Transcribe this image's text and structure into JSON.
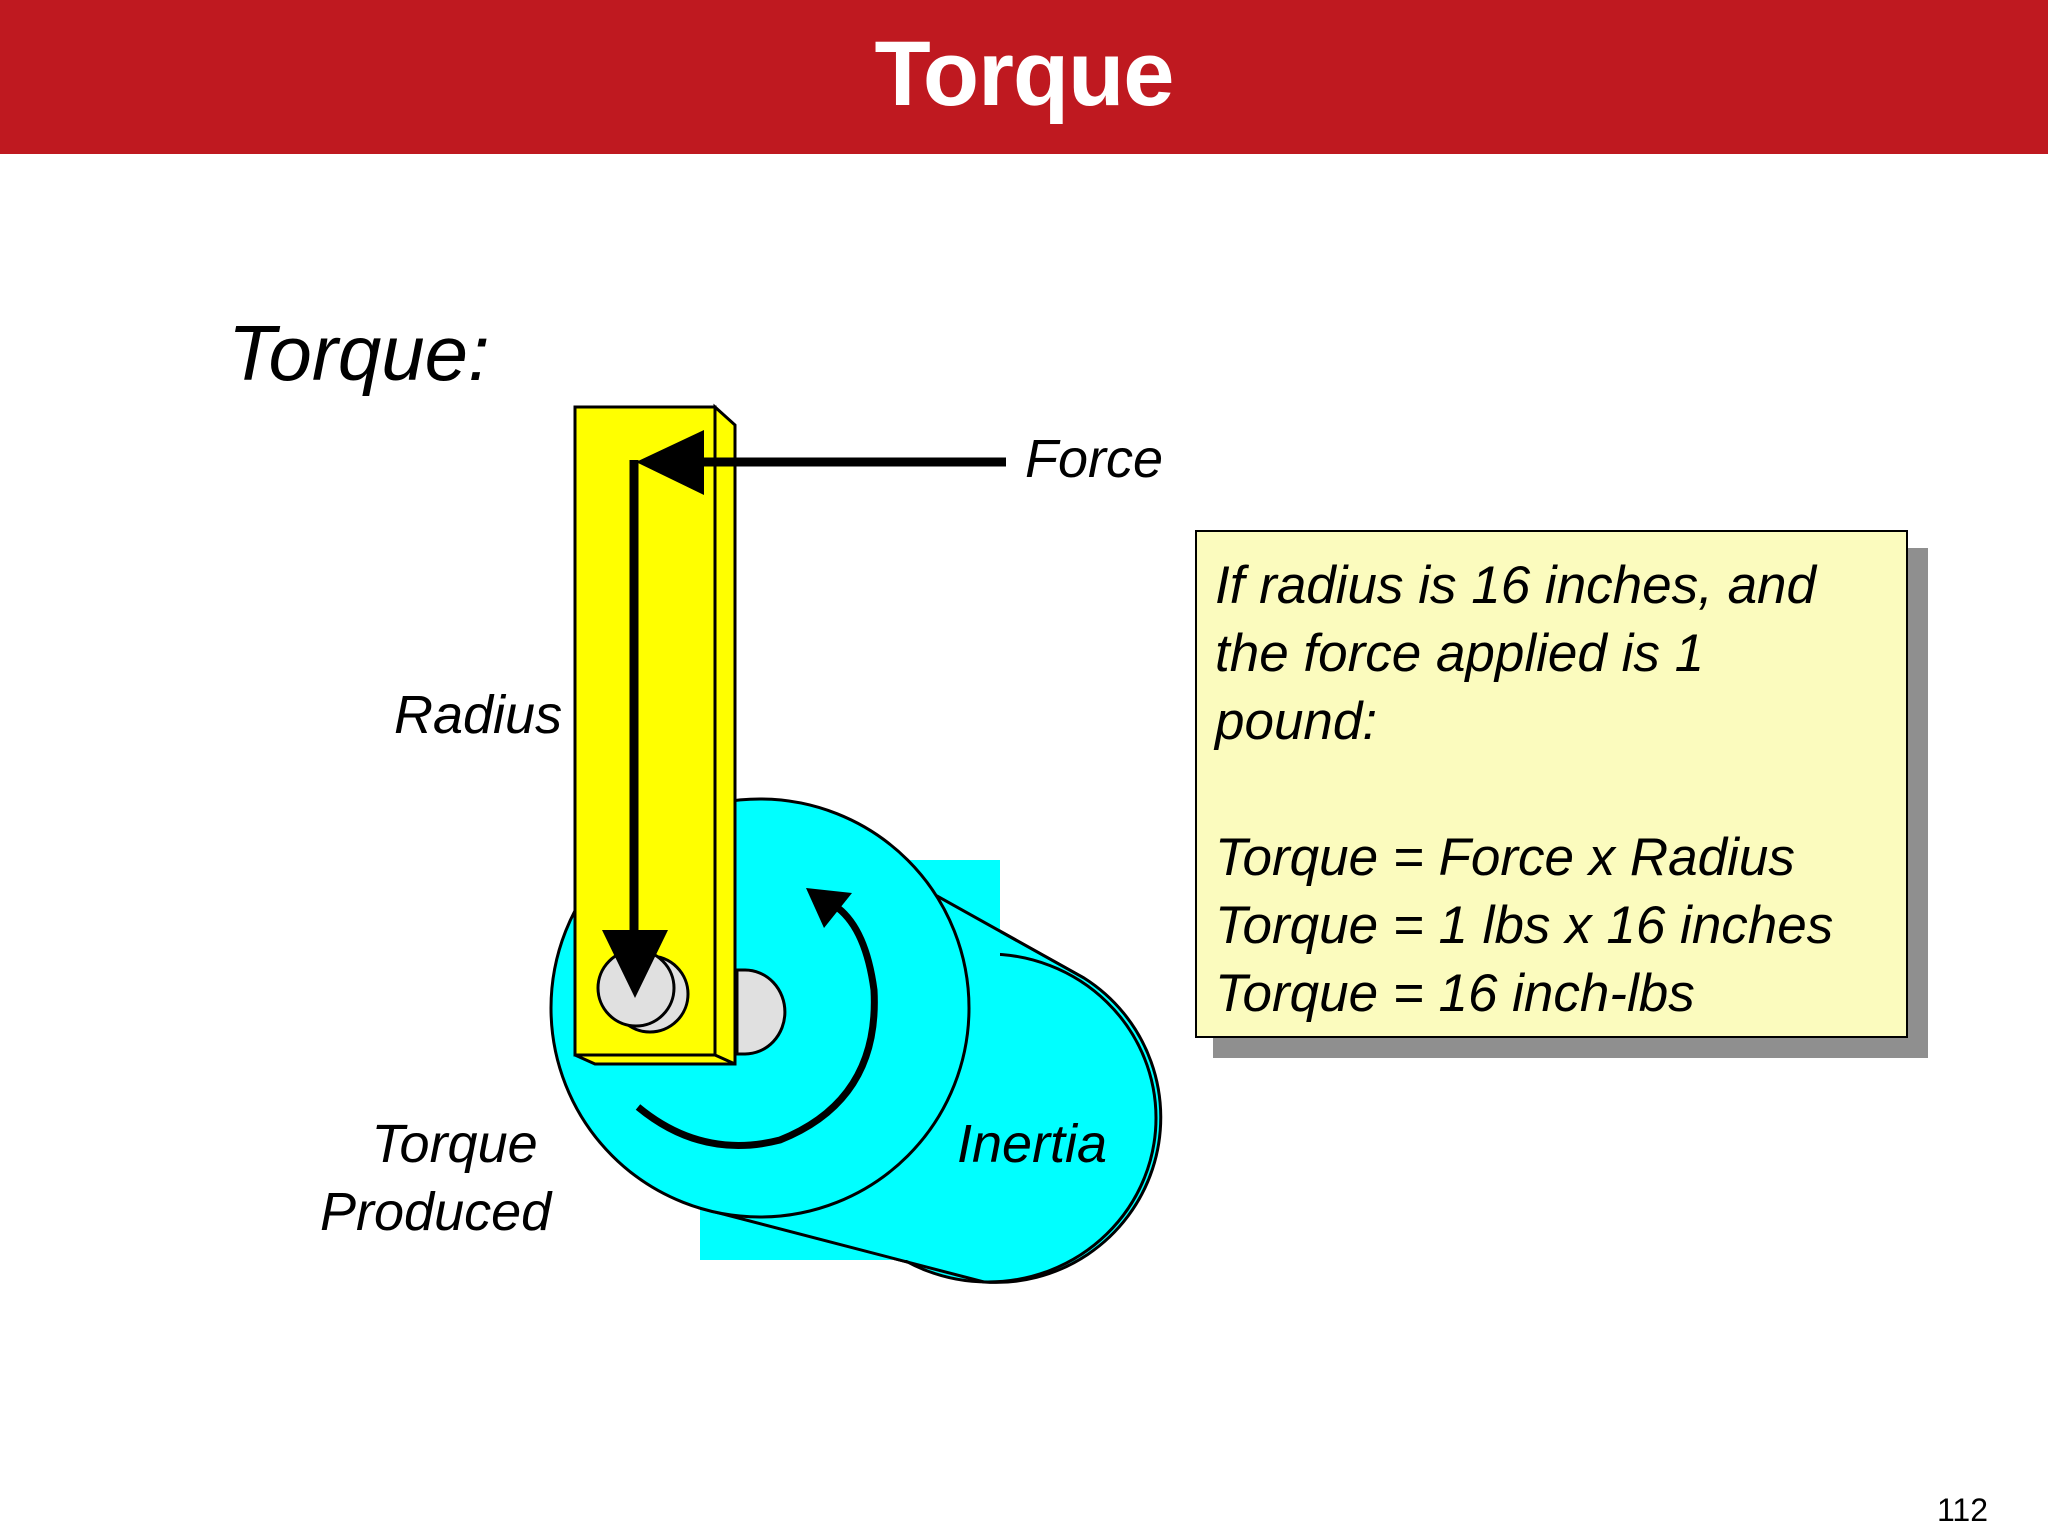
{
  "slide": {
    "title": "Torque",
    "heading": "Torque:",
    "page_number": "112"
  },
  "diagram": {
    "labels": {
      "force": "Force",
      "radius": "Radius",
      "torque_produced_line1": "Torque",
      "torque_produced_line2": "Produced",
      "inertia": "Inertia"
    },
    "colors": {
      "header": "#bf1920",
      "cylinder": "#00ffff",
      "lever": "#ffff00",
      "callout": "#fbfbbe"
    }
  },
  "callout": {
    "line1": "If radius is 16 inches, and",
    "line2": "the force applied is 1",
    "line3": "pound:",
    "eq1": "Torque = Force x Radius",
    "eq2": "Torque = 1 lbs x 16 inches",
    "eq3": "Torque = 16 inch-lbs"
  }
}
